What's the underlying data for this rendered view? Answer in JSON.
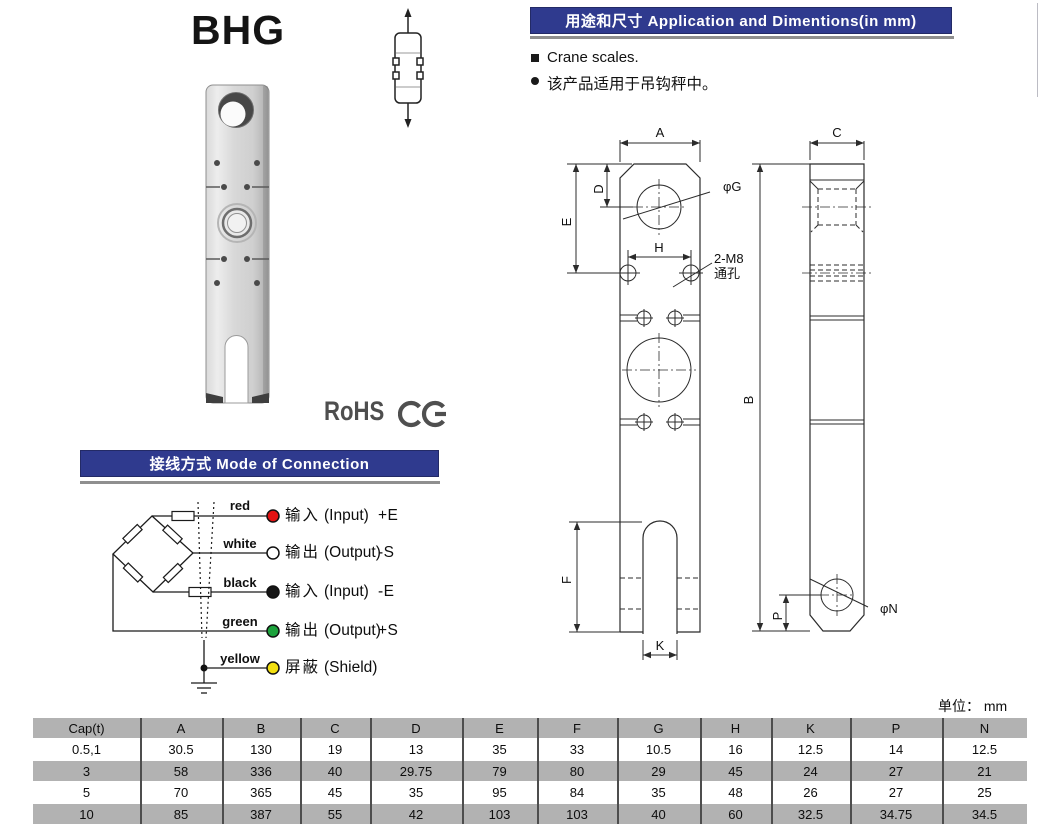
{
  "title": "BHG",
  "certs": {
    "rohs_label": "RoHS"
  },
  "application": {
    "header": "用途和尺寸 Application and Dimentions(in mm)",
    "bullets": [
      {
        "text": "Crane scales."
      },
      {
        "text": "该产品适用于吊钩秤中。"
      }
    ]
  },
  "connection": {
    "header": "接线方式 Mode of Connection",
    "wires": [
      {
        "name": "red",
        "dot_color": "#e31212",
        "label_cn": "输入",
        "label_en": "(Input)",
        "signal": "+E"
      },
      {
        "name": "white",
        "dot_color": "#ffffff",
        "label_cn": "输出",
        "label_en": "(Output)",
        "signal": "-S"
      },
      {
        "name": "black",
        "dot_color": "#161616",
        "label_cn": "输入",
        "label_en": "(Input)",
        "signal": "-E"
      },
      {
        "name": "green",
        "dot_color": "#1ca23c",
        "label_cn": "输出",
        "label_en": "(Output)",
        "signal": "+S"
      },
      {
        "name": "yellow",
        "dot_color": "#f2df10",
        "label_cn": "屏蔽",
        "label_en": "(Shield)",
        "signal": ""
      }
    ]
  },
  "drawing": {
    "labels": {
      "A": "A",
      "B": "B",
      "C": "C",
      "D": "D",
      "E": "E",
      "F": "F",
      "H": "H",
      "K": "K",
      "P": "P",
      "phiG": "φG",
      "phiN": "φN",
      "thread": "2-M8",
      "thread_hole": "通孔"
    }
  },
  "units_note": "单位： mm",
  "dim_table": {
    "headers": [
      "Cap(t)",
      "A",
      "B",
      "C",
      "D",
      "E",
      "F",
      "G",
      "H",
      "K",
      "P",
      "N"
    ],
    "rows": [
      [
        "0.5,1",
        "30.5",
        "130",
        "19",
        "13",
        "35",
        "33",
        "10.5",
        "16",
        "12.5",
        "14",
        "12.5"
      ],
      [
        "3",
        "58",
        "336",
        "40",
        "29.75",
        "79",
        "80",
        "29",
        "45",
        "24",
        "27",
        "21"
      ],
      [
        "5",
        "70",
        "365",
        "45",
        "35",
        "95",
        "84",
        "35",
        "48",
        "26",
        "27",
        "25"
      ],
      [
        "10",
        "85",
        "387",
        "55",
        "42",
        "103",
        "103",
        "40",
        "60",
        "32.5",
        "34.75",
        "34.5"
      ]
    ]
  },
  "colors": {
    "header_blue": "#2f3a8e",
    "header_underline": "#8f8f8f",
    "table_gray": "#b2b2b2",
    "table_divider": "#4d4d4d"
  }
}
